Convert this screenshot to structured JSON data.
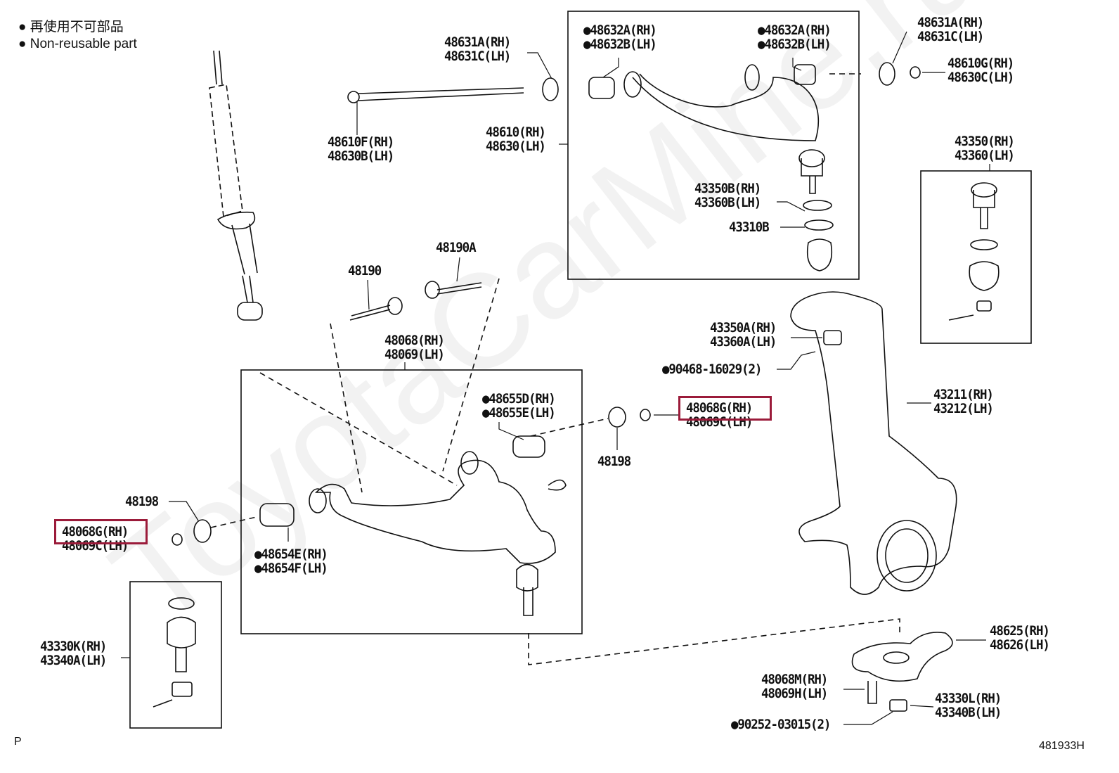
{
  "legend": {
    "items": [
      "● 再使用不可部品",
      "● Non-reusable part"
    ]
  },
  "watermark": "ToyotaCarMine.ru",
  "highlight_color": "#9b1b3a",
  "labels": {
    "l1": [
      "48631A(RH)",
      "48631C(LH)"
    ],
    "l2": [
      "48610F(RH)",
      "48630B(LH)"
    ],
    "l3": [
      "48610(RH)",
      "48630(LH)"
    ],
    "l4": [
      "●48632A(RH)",
      "●48632B(LH)"
    ],
    "l5": [
      "●48632A(RH)",
      "●48632B(LH)"
    ],
    "l6": [
      "48631A(RH)",
      "48631C(LH)"
    ],
    "l7": [
      "48610G(RH)",
      "48630C(LH)"
    ],
    "l8": [
      "43350(RH)",
      "43360(LH)"
    ],
    "l9": [
      "43350B(RH)",
      "43360B(LH)"
    ],
    "l10": [
      "43310B"
    ],
    "l11": [
      "48190A"
    ],
    "l12": [
      "48190"
    ],
    "l13": [
      "48068(RH)",
      "48069(LH)"
    ],
    "l14": [
      "●48655D(RH)",
      "●48655E(LH)"
    ],
    "l15": [
      "43350A(RH)",
      "43360A(LH)"
    ],
    "l16": [
      "●90468-16029(2)"
    ],
    "l17": [
      "48068G(RH)",
      "48069C(LH)"
    ],
    "l18": [
      "43211(RH)",
      "43212(LH)"
    ],
    "l19": [
      "48198"
    ],
    "l20": [
      "48198"
    ],
    "l21": [
      "48068G(RH)",
      "48069C(LH)"
    ],
    "l22": [
      "●48654E(RH)",
      "●48654F(LH)"
    ],
    "l23": [
      "43330K(RH)",
      "43340A(LH)"
    ],
    "l24": [
      "48625(RH)",
      "48626(LH)"
    ],
    "l25": [
      "48068M(RH)",
      "48069H(LH)"
    ],
    "l26": [
      "43330L(RH)",
      "43340B(LH)"
    ],
    "l27": [
      "●90252-03015(2)"
    ]
  },
  "footer": {
    "left": "P",
    "right": "481933H"
  }
}
